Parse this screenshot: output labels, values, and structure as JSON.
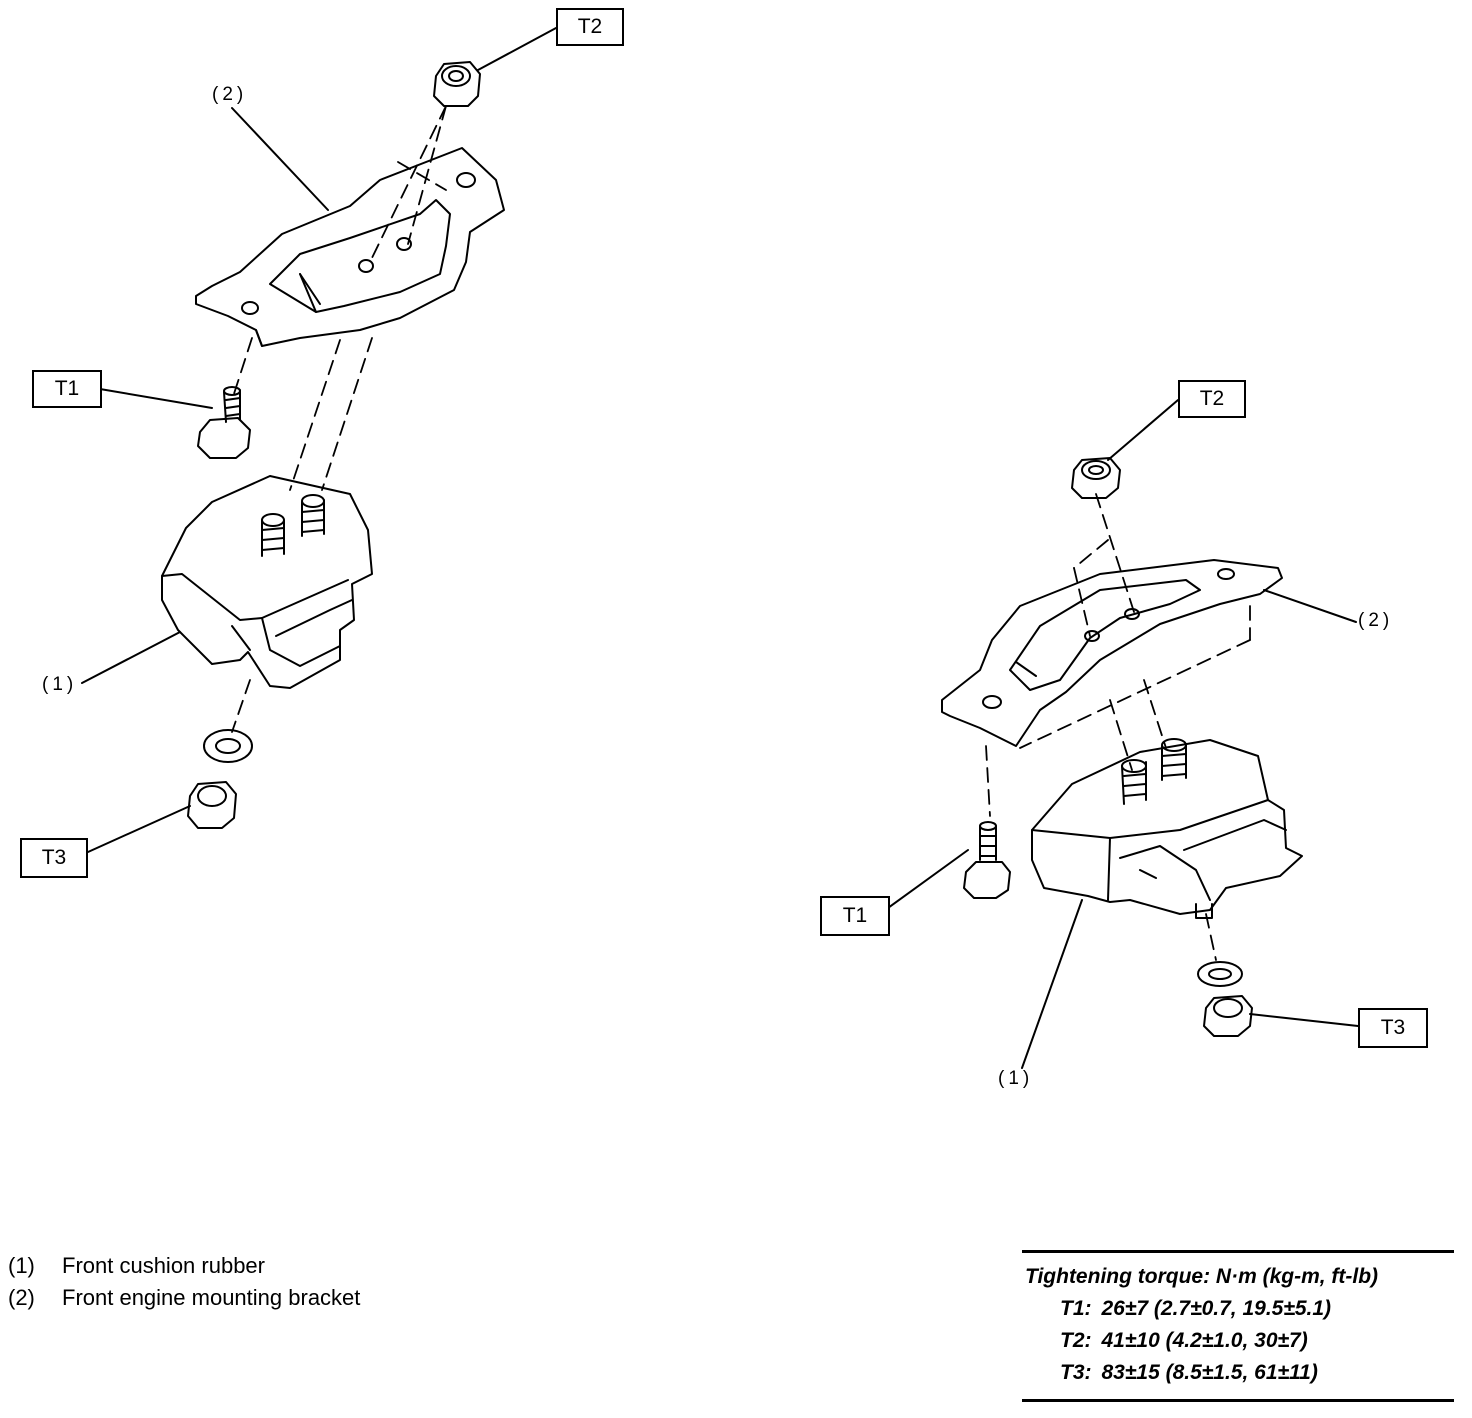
{
  "labels": {
    "t1": "T1",
    "t2": "T2",
    "t3": "T3",
    "part1": "(1)",
    "part2": "(2)"
  },
  "legend": [
    {
      "num": "(1)",
      "text": "Front cushion rubber"
    },
    {
      "num": "(2)",
      "text": "Front engine mounting bracket"
    }
  ],
  "torque": {
    "title": "Tightening torque: N·m (kg-m, ft-lb)",
    "rows": [
      {
        "key": "T1:",
        "value": "26±7 (2.7±0.7, 19.5±5.1)"
      },
      {
        "key": "T2:",
        "value": "41±10 (4.2±1.0, 30±7)"
      },
      {
        "key": "T3:",
        "value": "83±15 (8.5±1.5, 61±11)"
      }
    ]
  }
}
